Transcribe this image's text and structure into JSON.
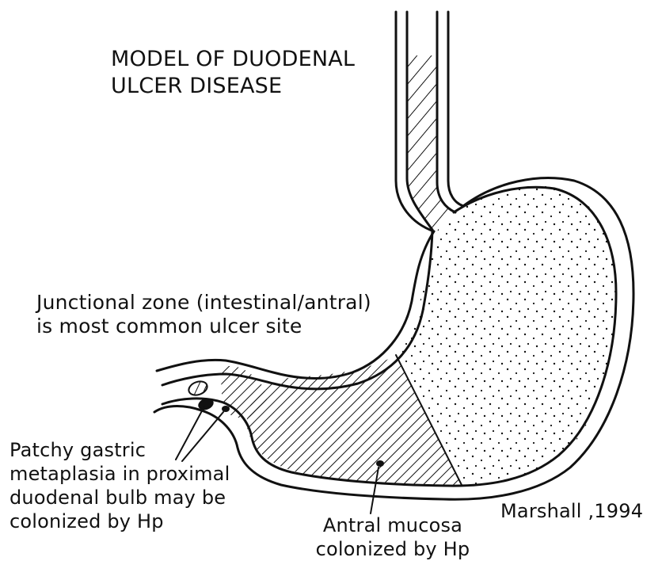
{
  "title": {
    "line1": "MODEL OF DUODENAL",
    "line2": "ULCER DISEASE"
  },
  "annotations": {
    "junctional": {
      "line1": "Junctional zone (intestinal/antral)",
      "line2": "is most common ulcer site"
    },
    "metaplasia": {
      "line1": "Patchy gastric",
      "line2": "metaplasia in proximal",
      "line3": "duodenal bulb may be",
      "line4": "colonized by Hp"
    },
    "antral": {
      "line1": "Antral mucosa",
      "line2": "colonized by Hp"
    }
  },
  "credit": "Marshall ,1994",
  "colors": {
    "ink": "#111111",
    "background": "#ffffff"
  }
}
